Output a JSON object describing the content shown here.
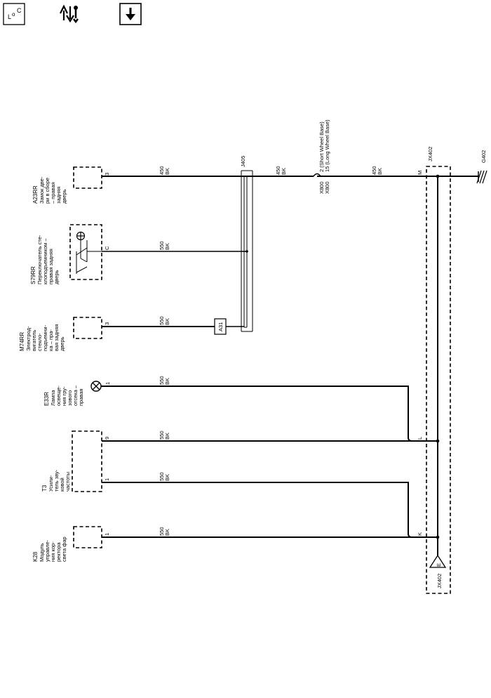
{
  "toolbar": {
    "buttons": [
      {
        "name": "location-view-button",
        "icon": "location-icon"
      },
      {
        "name": "signal-flow-button",
        "icon": "arrows-wrench-icon"
      },
      {
        "name": "download-button",
        "icon": "down-arrow-icon"
      }
    ]
  },
  "components": {
    "a23rr": {
      "ref": "A23RR",
      "desc": [
        "Замок две-",
        "ри в сборе",
        "– правая",
        "задняя",
        "дверь"
      ],
      "pin": "3"
    },
    "s79rr": {
      "ref": "S79RR",
      "desc": [
        "Переключатель сте-",
        "клоподъемником –",
        "правая задняя",
        "дверь"
      ],
      "pin": "C"
    },
    "m74rr": {
      "ref": "M74RR",
      "desc": [
        "Электрод-",
        "вигатель",
        "стекло-",
        "подъемни-",
        "ка – пра-",
        "вая задняя",
        "дверь"
      ],
      "pin": "3"
    },
    "e33r": {
      "ref": "E33R",
      "desc": [
        "Лампа",
        "освеще-",
        "ния гру-",
        "зового",
        "отсека –",
        "правая"
      ],
      "pin": "1"
    },
    "t3": {
      "ref": "T3",
      "desc": [
        "Усили-",
        "тель зву-",
        "ковой",
        "частоты"
      ],
      "pins": [
        "9",
        "1"
      ]
    },
    "k28": {
      "ref": "K28",
      "desc": [
        "Модуль",
        "управле-",
        "ния кор-",
        "ректора",
        "света фар"
      ],
      "pin": "1"
    }
  },
  "wires": {
    "a23_1": {
      "gauge": "450",
      "color": "BK"
    },
    "a23_2": {
      "gauge": "450",
      "color": "BK"
    },
    "a23_3": {
      "gauge": "450",
      "color": "BK"
    },
    "s79": {
      "gauge": "550",
      "color": "BK"
    },
    "m74": {
      "gauge": "550",
      "color": "BK"
    },
    "e33": {
      "gauge": "550",
      "color": "BK"
    },
    "t3_9": {
      "gauge": "550",
      "color": "BK"
    },
    "t3_1": {
      "gauge": "550",
      "color": "BK"
    },
    "k28": {
      "gauge": "550",
      "color": "BK"
    }
  },
  "junctions": {
    "j405": "J405",
    "a31": "A31",
    "x800": {
      "labels": [
        "X800",
        "X800"
      ],
      "pins": [
        "2 (Short Wheel Base)",
        "15 (Long Wheel Base)"
      ]
    },
    "jx402_top": "JX402",
    "jx402_bottom": "JX402",
    "jx402_pins": {
      "m": "M",
      "l": "L",
      "k": "K",
      "e": "E"
    },
    "g402": "G402"
  }
}
